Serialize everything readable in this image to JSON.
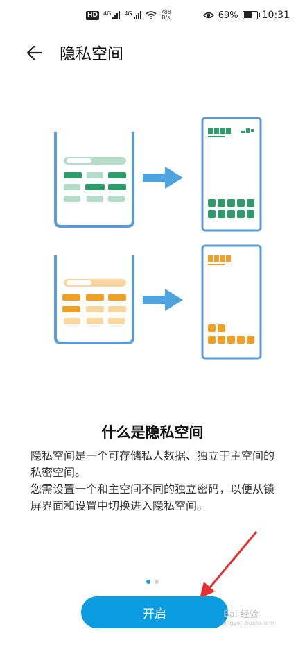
{
  "status_bar": {
    "hd_badge": "HD",
    "signal_1_label": "4G",
    "signal_2_label": "4G",
    "net_speed_value": "788",
    "net_speed_unit": "B/s",
    "battery_percent": "69%",
    "battery_level": 0.69,
    "time": "10:31",
    "icons": [
      "eye-icon",
      "battery-icon",
      "wifi-icon",
      "signal-icon"
    ]
  },
  "header": {
    "title": "隐私空间",
    "back_icon": "arrow-left-icon"
  },
  "illustration": {
    "colors": {
      "frame": "#5b9bd5",
      "green_dark": "#2e9b6a",
      "green_light": "#b5dcc9",
      "orange_dark": "#f0a022",
      "orange_light": "#fbd7a0",
      "arrow": "#4ea4df"
    }
  },
  "content": {
    "title": "什么是隐私空间",
    "description_lines": [
      "隐私空间是一个可存储私人数据、独立于主空间的私密空间。",
      "您需设置一个和主空间不同的独立密码，以便从锁屏界面和设置中切换进入隐私空间。"
    ]
  },
  "pager": {
    "count": 2,
    "active_index": 0
  },
  "actions": {
    "primary_label": "开启"
  },
  "watermark": {
    "text": "Bai 经验",
    "sub": "jingyan.baidu.com"
  }
}
